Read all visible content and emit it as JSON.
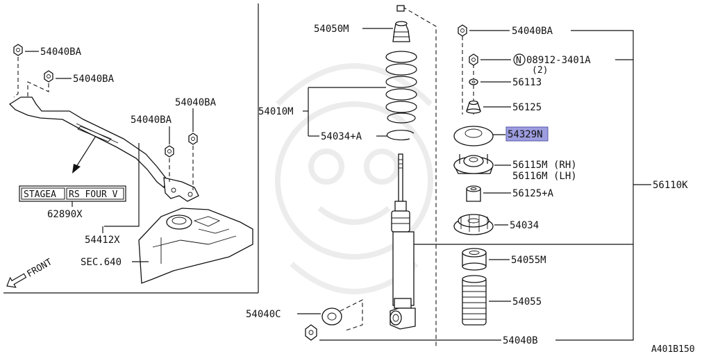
{
  "diagram_id": "A401B150",
  "parts": {
    "nut_top_left_1": "54040BA",
    "nut_top_left_2": "54040BA",
    "nut_mid_right": "54040BA",
    "nut_mid_left": "54040BA",
    "bumper": "54050M",
    "spring": "54010M",
    "spring_seat": "54034+A",
    "nut_top_right": "54040BA",
    "special_nut": "08912-3401A",
    "special_nut_qty": "(2)",
    "special_nut_prefix": "N",
    "washer": "56113",
    "bushing_upper": "56125",
    "mount_insulator": "54329N",
    "mount_rh": "56115M (RH)",
    "mount_lh": "56116M (LH)",
    "bushing_lower": "56125+A",
    "spring_seat_lower": "54034",
    "bound_bumper": "54055M",
    "dust_cover": "54055",
    "shock_assembly": "56110K",
    "bolt_lower": "54040C",
    "nut_lower": "54040B",
    "bar_assembly": "62890X",
    "brace": "54412X",
    "section_ref": "SEC.640",
    "front_label": "FRONT"
  },
  "badges": {
    "stagea": "STAGEA",
    "rs_four": "RS FOUR V"
  },
  "highlight_color": "#9d9de0"
}
